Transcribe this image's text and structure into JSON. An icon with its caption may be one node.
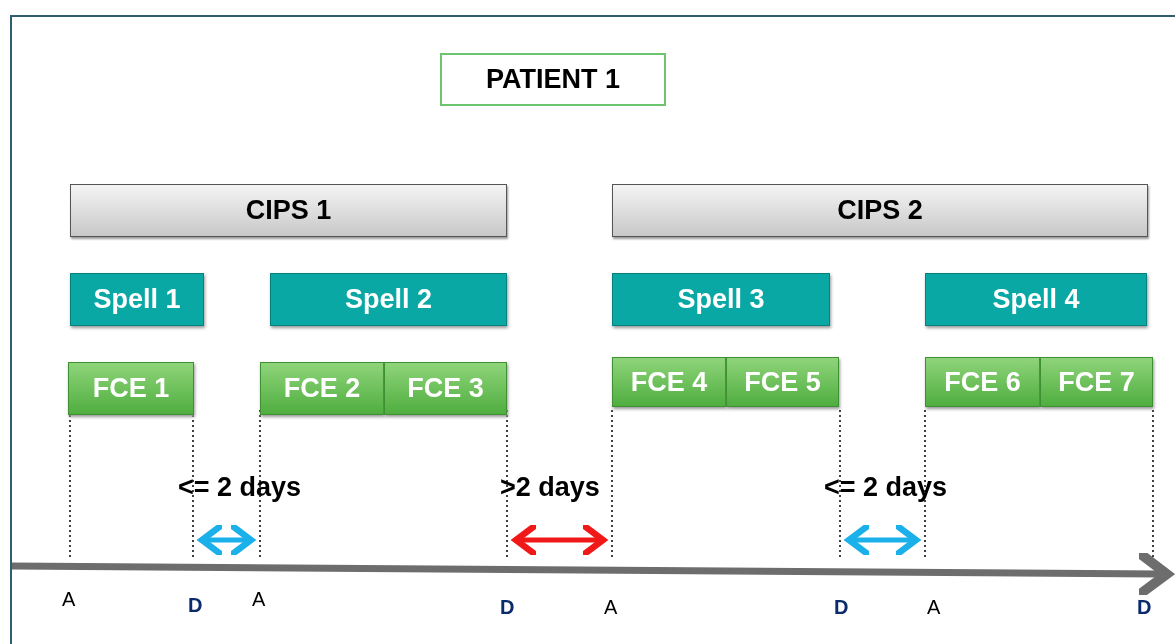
{
  "diagram": {
    "nodes": [
      {
        "text": [
          "PATIENT 1"
        ]
      },
      {
        "text": [
          "CIPS 1"
        ]
      },
      {
        "text": [
          "CIPS 2"
        ]
      },
      {
        "text": [
          "Spell 1"
        ]
      },
      {
        "text": [
          "Spell 2"
        ]
      },
      {
        "text": [
          "Spell 3"
        ]
      },
      {
        "text": [
          "Spell 4"
        ]
      },
      {
        "text": [
          "FCE 1"
        ]
      },
      {
        "text": [
          "FCE 2"
        ]
      },
      {
        "text": [
          "FCE 3"
        ]
      },
      {
        "text": [
          "FCE 4"
        ]
      },
      {
        "text": [
          "FCE 5"
        ]
      },
      {
        "text": [
          "FCE 6"
        ]
      },
      {
        "text": [
          "FCE 7"
        ]
      }
    ],
    "labels": [
      "<= 2 days",
      ">2 days",
      "<= 2 days",
      "A",
      "D",
      "A",
      "D",
      "A",
      "D",
      "A",
      "D"
    ]
  }
}
